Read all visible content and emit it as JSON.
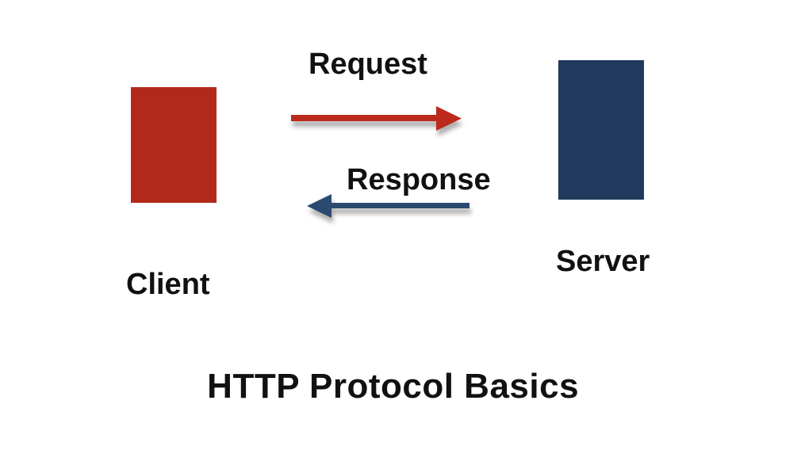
{
  "diagram": {
    "title": "HTTP Protocol Basics",
    "background": "#ffffff",
    "text_color": "#111111",
    "nodes": {
      "client": {
        "label": "Client",
        "fill": "#B2291C",
        "shape": "rectangle"
      },
      "server": {
        "label": "Server",
        "fill": "#20395C",
        "shape": "rectangle"
      }
    },
    "messages": {
      "request": {
        "label": "Request",
        "color": "#BB2A1C",
        "direction": "right",
        "from": "client",
        "to": "server"
      },
      "response": {
        "label": "Response",
        "color": "#2B4A70",
        "direction": "left",
        "from": "server",
        "to": "client"
      }
    }
  }
}
